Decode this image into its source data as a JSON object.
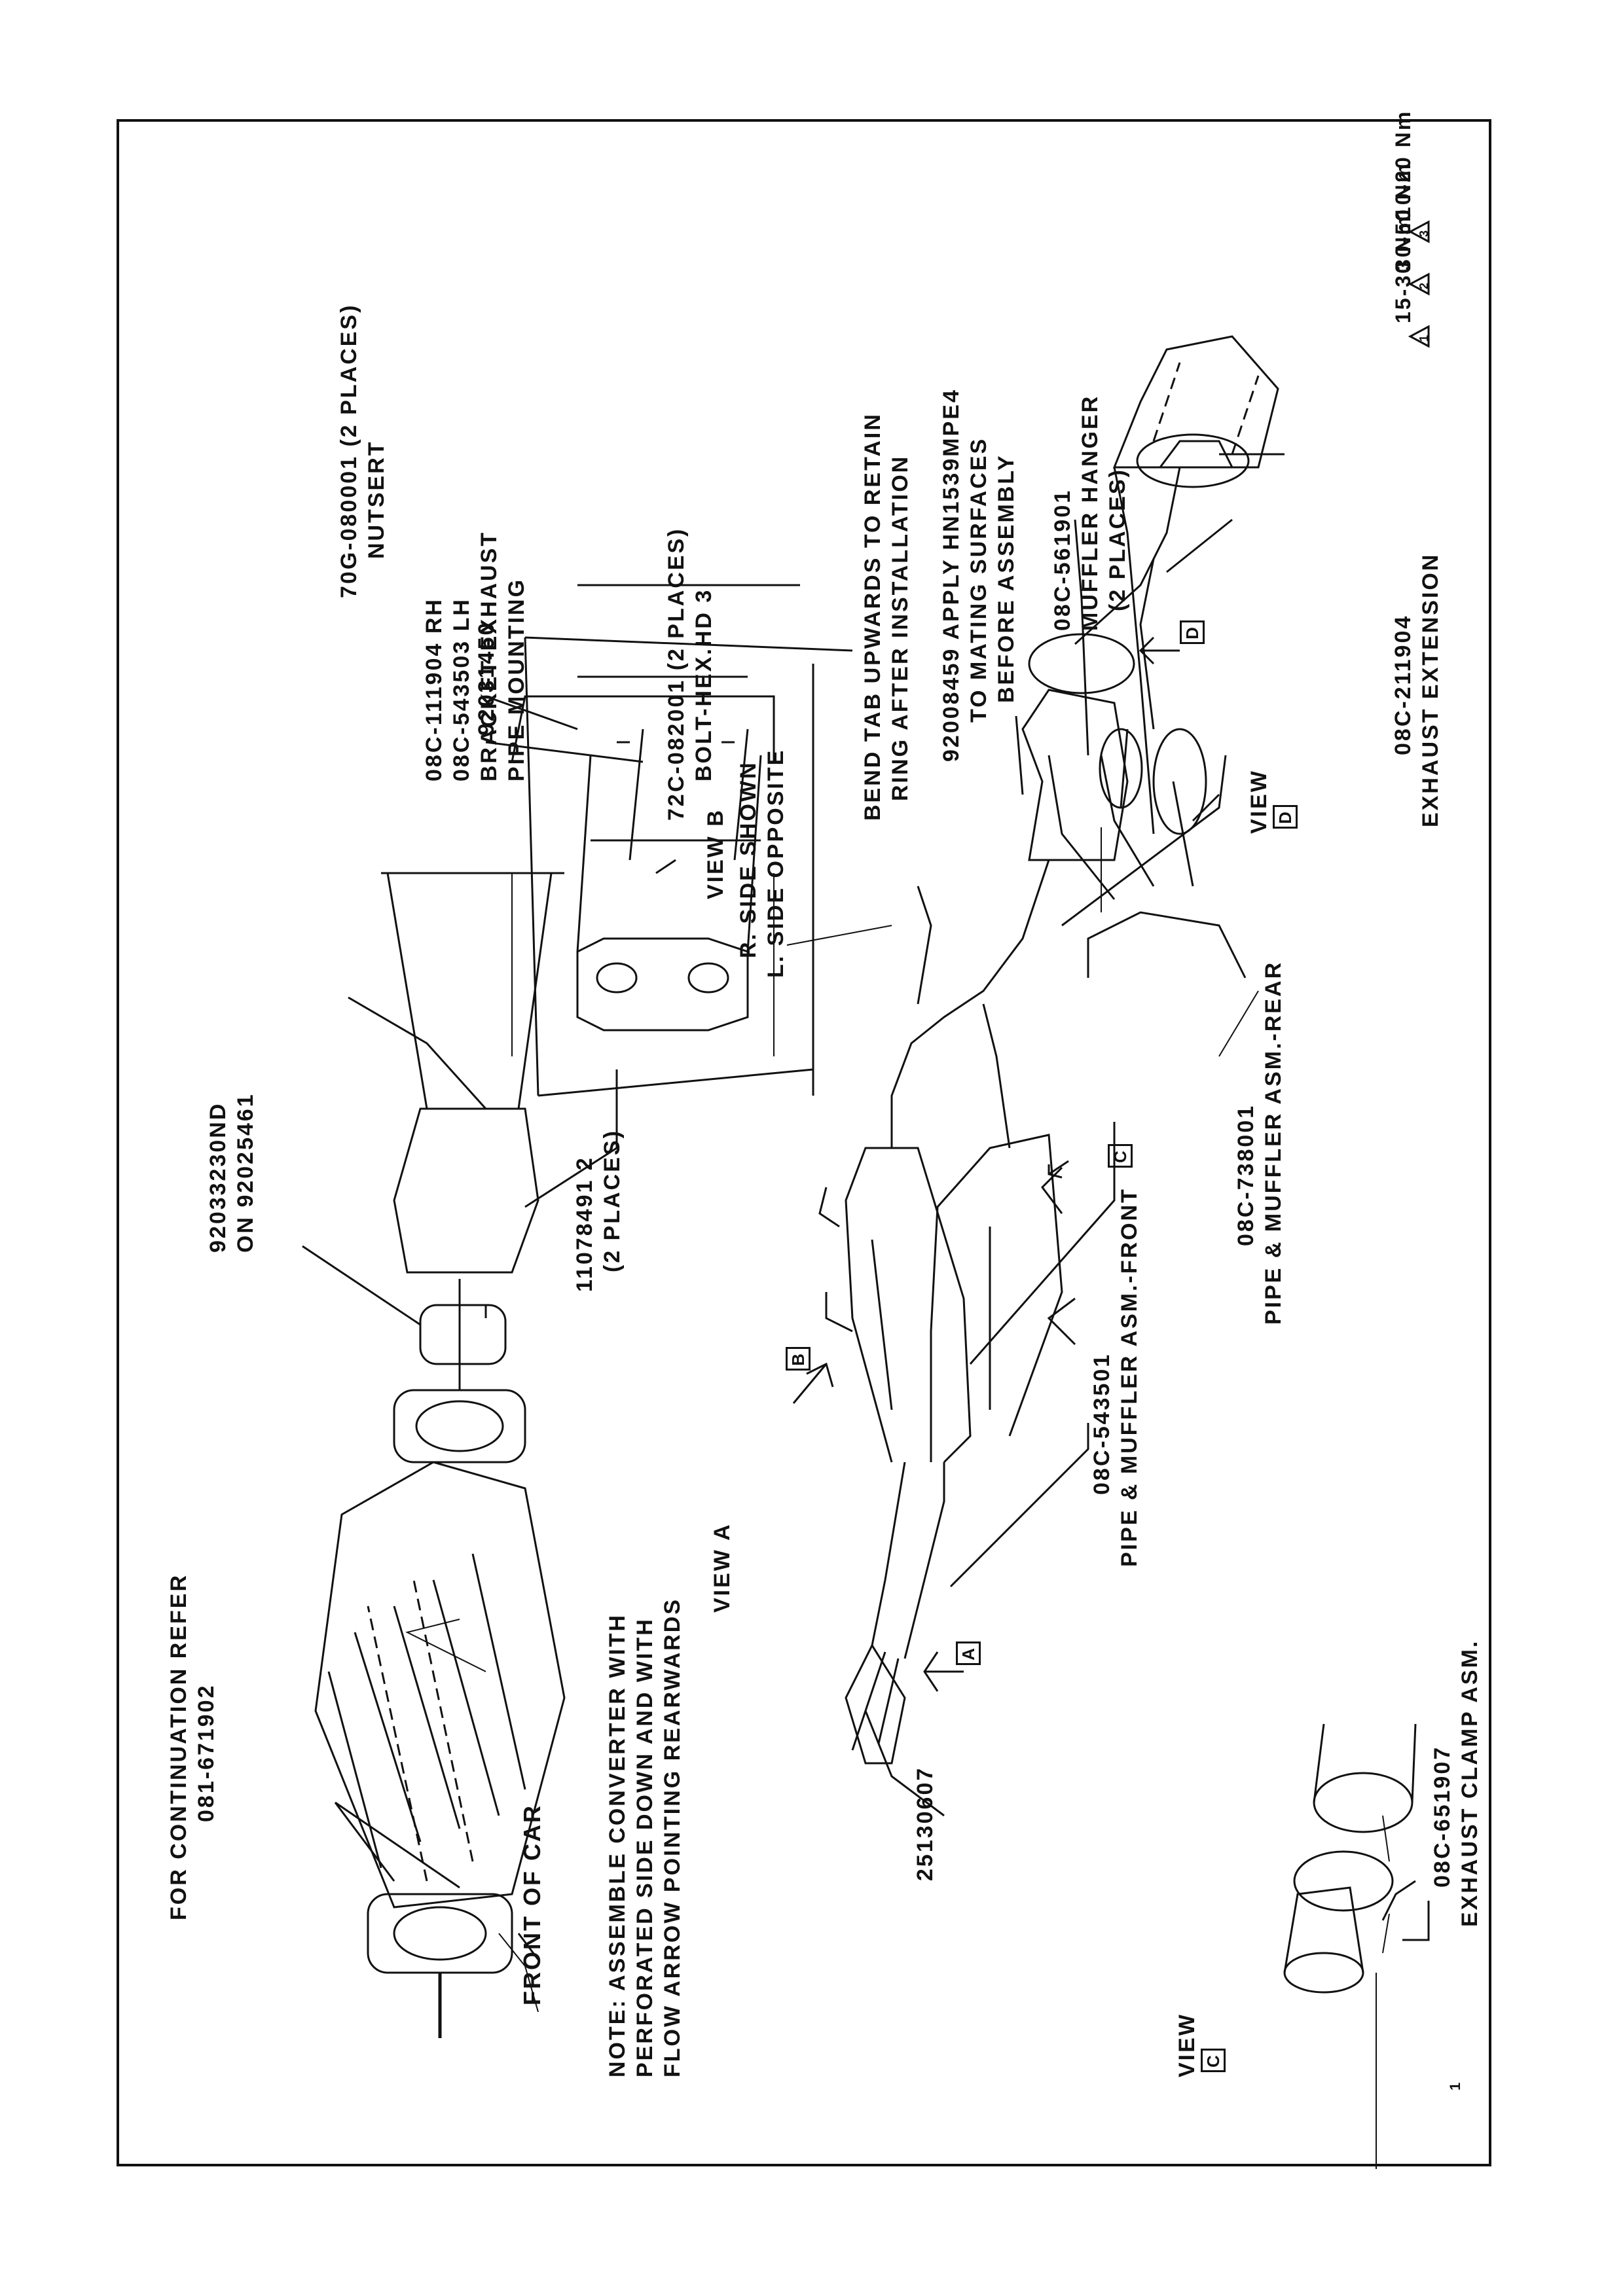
{
  "labels": {
    "continuation": [
      "FOR CONTINUATION REFER",
      "081-671902"
    ],
    "front_of_car": "FRONT OF CAR",
    "note": [
      "NOTE: ASSEMBLE CONVERTER WITH",
      "PERFORATED SIDE DOWN AND WITH",
      "FLOW ARROW POINTING REARWARDS"
    ],
    "gasket": [
      "92033230ND",
      "ON 92025461"
    ],
    "bolt_view_a": [
      "11078491 2",
      "(2 PLACES)"
    ],
    "view_a": "VIEW A",
    "part_25130607": "25130607",
    "pipe_front": [
      "08C-543501",
      "PIPE & MUFFLER ASM.-FRONT"
    ],
    "pipe_rear": [
      "08C-738001",
      "PIPE & MUFFLER ASM.-REAR"
    ],
    "exhaust_ext": [
      "08C-211904",
      "EXHAUST EXTENSION"
    ],
    "clamp": [
      "08C-651907",
      "EXHAUST CLAMP ASM."
    ],
    "view_c": "VIEW",
    "view_c_letter": "C",
    "part_92031450": "92031450",
    "nutsert": [
      "70G-080001 (2 PLACES)",
      "NUTSERT"
    ],
    "bracket": [
      "08C-111904 RH",
      "08C-543503 LH",
      "BRACKET-EXHAUST",
      "PIPE MOUNTING"
    ],
    "bolt_view_b": [
      "72C-082001 (2 PLACES)",
      "BOLT-HEX.HD   3"
    ],
    "view_b": "VIEW B",
    "side": [
      "R. SIDE SHOWN",
      "L. SIDE OPPOSITE"
    ],
    "bend_tab": [
      "BEND TAB UPWARDS TO RETAIN",
      "RING AFTER INSTALLATION"
    ],
    "apply": [
      "92008459 APPLY HN1539MPE4",
      "TO MATING SURFACES",
      "BEFORE ASSEMBLY"
    ],
    "hanger": [
      "08C-561901",
      "MUFFLER HANGER",
      "(2 PLACES)"
    ],
    "view_d": "VIEW",
    "view_d_letter": "D",
    "callout_a": "A",
    "callout_b": "B",
    "callout_c": "C",
    "callout_d": "D",
    "torque_key": "1",
    "torque": [
      {
        "num": "1",
        "text": "15-30 Nm"
      },
      {
        "num": "2",
        "text": "30-50 Nm"
      },
      {
        "num": "3",
        "text": "10-20 Nm"
      }
    ]
  }
}
